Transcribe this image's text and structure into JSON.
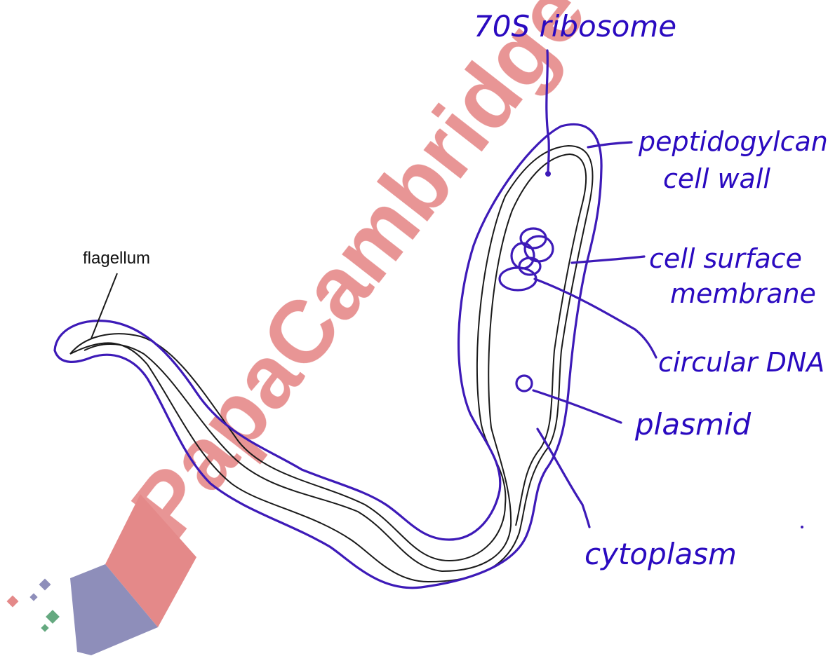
{
  "watermark": {
    "text": "PapaCambridge",
    "colors": {
      "red": "#e05a5a",
      "blue": "#5a5a9e",
      "green": "#4a9a6a"
    }
  },
  "labels": {
    "flagellum": "flagellum",
    "ribosome": "70S ribosome",
    "cell_wall_line1": "peptidogylcan",
    "cell_wall_line2": "cell wall",
    "membrane_line1": "cell surface",
    "membrane_line2": "membrane",
    "dna": "circular DNA",
    "plasmid": "plasmid",
    "cytoplasm": "cytoplasm"
  },
  "colors": {
    "ink": "#3d1ab8",
    "outline": "#1a1a1a"
  }
}
